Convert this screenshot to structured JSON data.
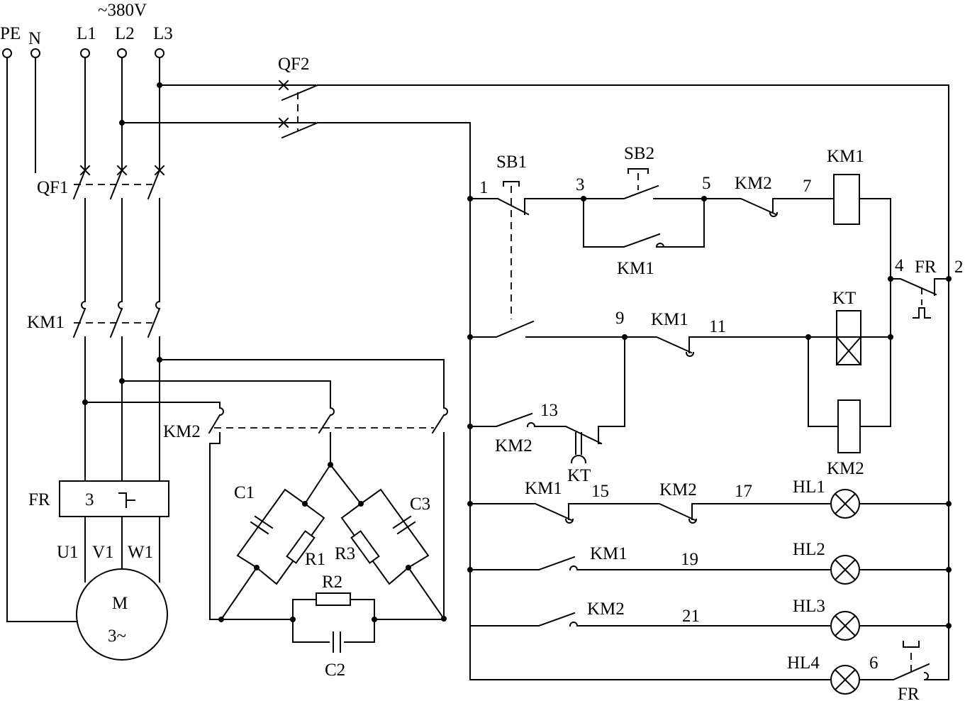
{
  "supply": {
    "voltage": "~380V",
    "pe": "PE",
    "n": "N",
    "l1": "L1",
    "l2": "L2",
    "l3": "L3"
  },
  "breakers": {
    "qf1": "QF1",
    "qf2": "QF2"
  },
  "power": {
    "km1": "KM1",
    "km2": "KM2",
    "fr": "FR",
    "fr_poles": "3",
    "u1": "U1",
    "v1": "V1",
    "w1": "W1",
    "motor": "M",
    "motor_phase": "3~"
  },
  "braking": {
    "c1": "C1",
    "c2": "C2",
    "c3": "C3",
    "r1": "R1",
    "r2": "R2",
    "r3": "R3"
  },
  "control": {
    "sb1": "SB1",
    "sb2": "SB2",
    "km1_coil": "KM1",
    "kt_coil": "KT",
    "km2_coil": "KM2",
    "fr_contact": "FR",
    "km2_interlock": "KM2",
    "km1_hold": "KM1",
    "km1_nc": "KM1",
    "km2_no": "KM2",
    "kt_contact": "KT",
    "km1_hl1": "KM1",
    "km2_hl1": "KM2",
    "km1_hl2": "KM1",
    "km2_hl3": "KM2",
    "fr_hl4": "FR"
  },
  "nodes": {
    "n1": "1",
    "n2": "2",
    "n3": "3",
    "n4": "4",
    "n5": "5",
    "n6": "6",
    "n7": "7",
    "n9": "9",
    "n11": "11",
    "n13": "13",
    "n15": "15",
    "n17": "17",
    "n19": "19",
    "n21": "21"
  },
  "lamps": {
    "hl1": "HL1",
    "hl2": "HL2",
    "hl3": "HL3",
    "hl4": "HL4"
  }
}
